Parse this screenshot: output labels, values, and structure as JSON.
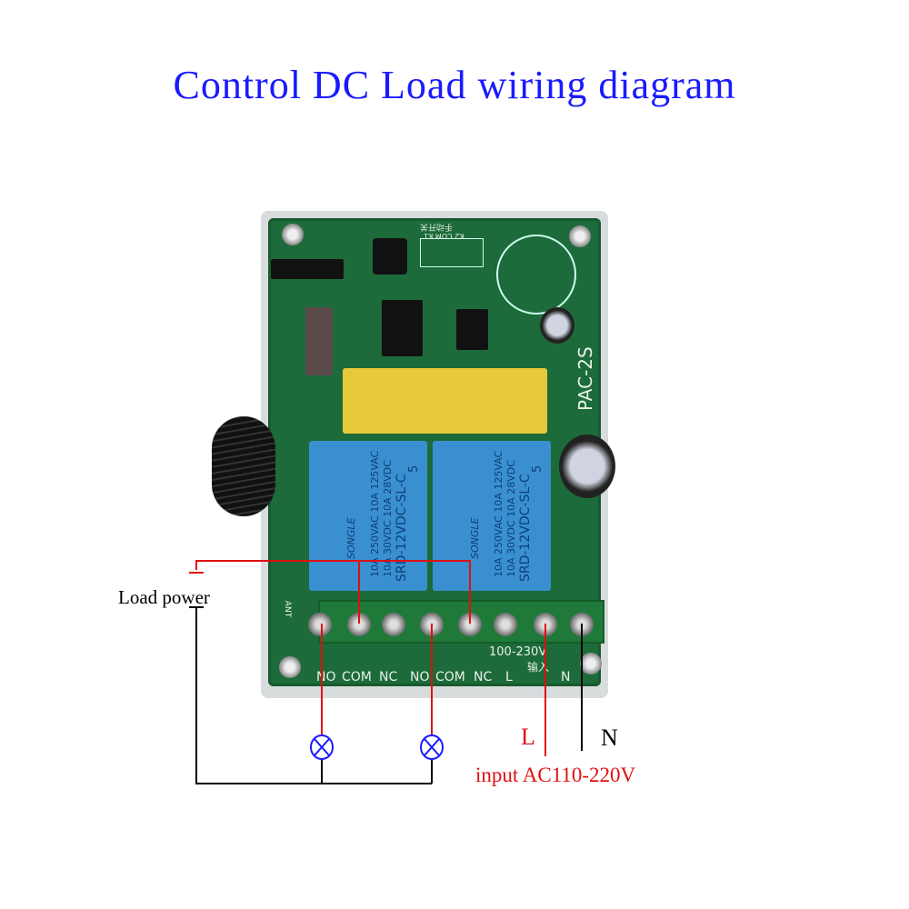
{
  "title": "Control DC Load wiring diagram",
  "board": {
    "model": "PAC-2S",
    "voltage_label": "100-230V",
    "input_chinese": "输入",
    "header_labels": "K2 COM K1",
    "header_chinese": "手动开关",
    "ant_label": "ANT",
    "terminals": [
      "NO",
      "COM",
      "NC",
      "NO",
      "COM",
      "NC",
      "L",
      "N"
    ],
    "relay": {
      "brand": "SONGLE",
      "model": "SRD-12VDC-SL-C",
      "rating_ac": "10A 250VAC 10A 125VAC",
      "rating_dc": "10A 30VDC 10A 28VDC",
      "pin": "5"
    }
  },
  "labels": {
    "load_power": "Load power",
    "L": "L",
    "N": "N",
    "input": "input AC110-220V"
  },
  "colors": {
    "title": "#1a1aff",
    "live_wire": "#e01010",
    "neutral_wire": "#000000",
    "lamp": "#1a1aff",
    "pcb": "#1d6b3a",
    "relay": "#3a8fd0"
  }
}
